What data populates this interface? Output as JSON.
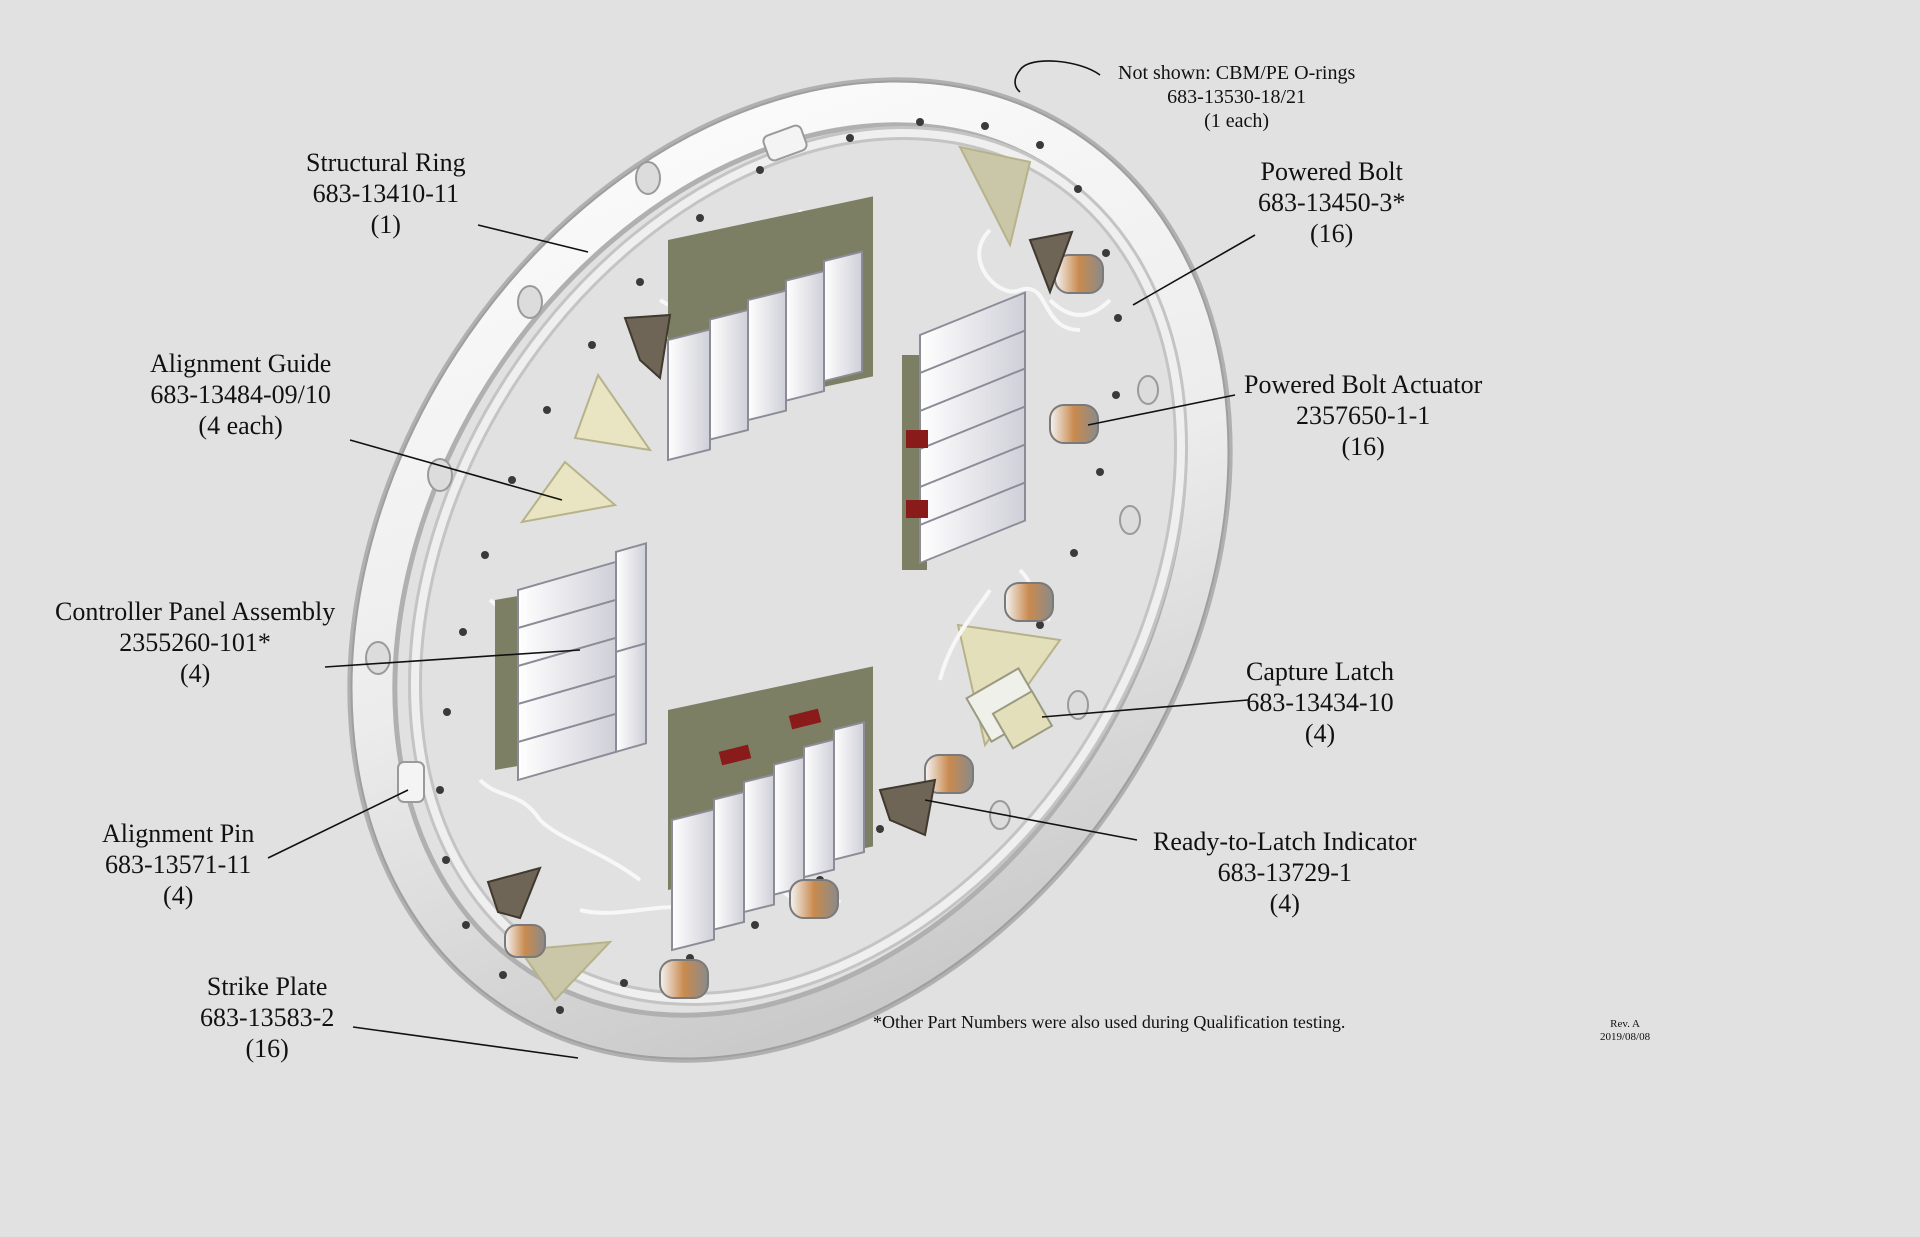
{
  "labels": {
    "structural_ring": {
      "name": "Structural Ring",
      "part": "683-13410-11",
      "qty": "(1)"
    },
    "alignment_guide": {
      "name": "Alignment Guide",
      "part": "683-13484-09/10",
      "qty": "(4 each)"
    },
    "controller_panel": {
      "name": "Controller Panel Assembly",
      "part": "2355260-101*",
      "qty": "(4)"
    },
    "alignment_pin": {
      "name": "Alignment Pin",
      "part": "683-13571-11",
      "qty": "(4)"
    },
    "strike_plate": {
      "name": "Strike Plate",
      "part": "683-13583-2",
      "qty": "(16)"
    },
    "powered_bolt": {
      "name": "Powered Bolt",
      "part": "683-13450-3*",
      "qty": "(16)"
    },
    "powered_bolt_actuator": {
      "name": "Powered Bolt Actuator",
      "part": "2357650-1-1",
      "qty": "(16)"
    },
    "capture_latch": {
      "name": "Capture Latch",
      "part": "683-13434-10",
      "qty": "(4)"
    },
    "ready_to_latch": {
      "name": "Ready-to-Latch Indicator",
      "part": "683-13729-1",
      "qty": "(4)"
    }
  },
  "note": {
    "line1": "Not shown: CBM/PE O-rings",
    "line2": "683-13530-18/21",
    "line3": "(1 each)"
  },
  "footnote": "*Other Part Numbers were also used during Qualification testing.",
  "revision": {
    "rev": "Rev. A",
    "date": "2019/08/08"
  },
  "colors": {
    "background": "#e1e1e1",
    "ring": "#f2f2f2",
    "ring_shade": "#c6c6c6",
    "guide": "#e9e5c2",
    "latch": "#c9c7a8",
    "indicator": "#6f6556",
    "actuator_band": "#c98a4e",
    "connector_red": "#8a1b1b",
    "panel_green": "#7c7f64"
  }
}
